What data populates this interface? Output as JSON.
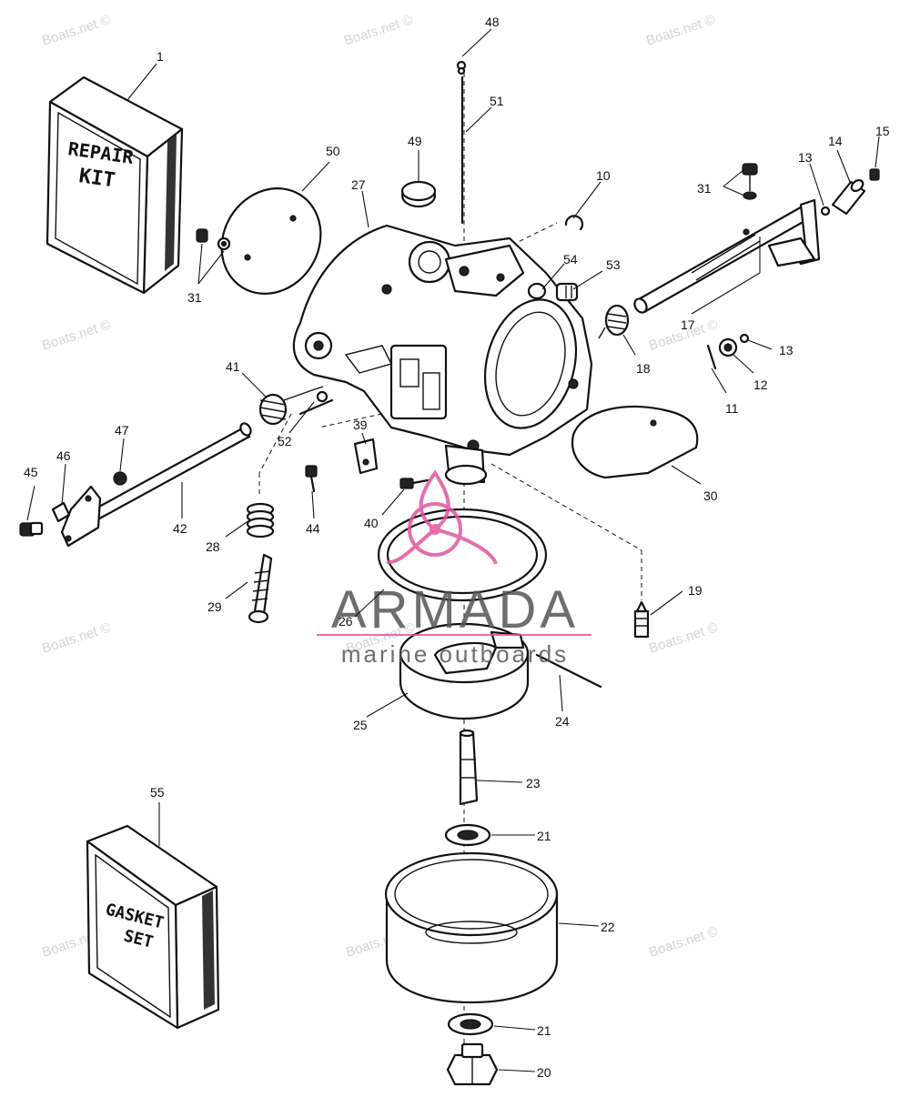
{
  "watermark_text": "Boats.net ©",
  "brand": {
    "name": "ARMADA",
    "tagline": "marine outboards",
    "name_color": "#555555",
    "accent_color": "#e0559f"
  },
  "boxes": {
    "repair_kit_line1": "REPAIR",
    "repair_kit_line2": "KIT",
    "gasket_set_line1": "GASKET",
    "gasket_set_line2": "SET"
  },
  "callouts": {
    "c1": "1",
    "c10": "10",
    "c11": "11",
    "c12": "12",
    "c13a": "13",
    "c13b": "13",
    "c14": "14",
    "c15": "15",
    "c17": "17",
    "c18": "18",
    "c19": "19",
    "c20": "20",
    "c21a": "21",
    "c21b": "21",
    "c22": "22",
    "c23": "23",
    "c24": "24",
    "c25": "25",
    "c26": "26",
    "c27": "27",
    "c28": "28",
    "c29": "29",
    "c30": "30",
    "c31a": "31",
    "c31b": "31",
    "c39": "39",
    "c40": "40",
    "c41": "41",
    "c42": "42",
    "c44": "44",
    "c45": "45",
    "c46": "46",
    "c47": "47",
    "c48": "48",
    "c49": "49",
    "c50": "50",
    "c51": "51",
    "c52": "52",
    "c53": "53",
    "c54": "54",
    "c55": "55"
  }
}
